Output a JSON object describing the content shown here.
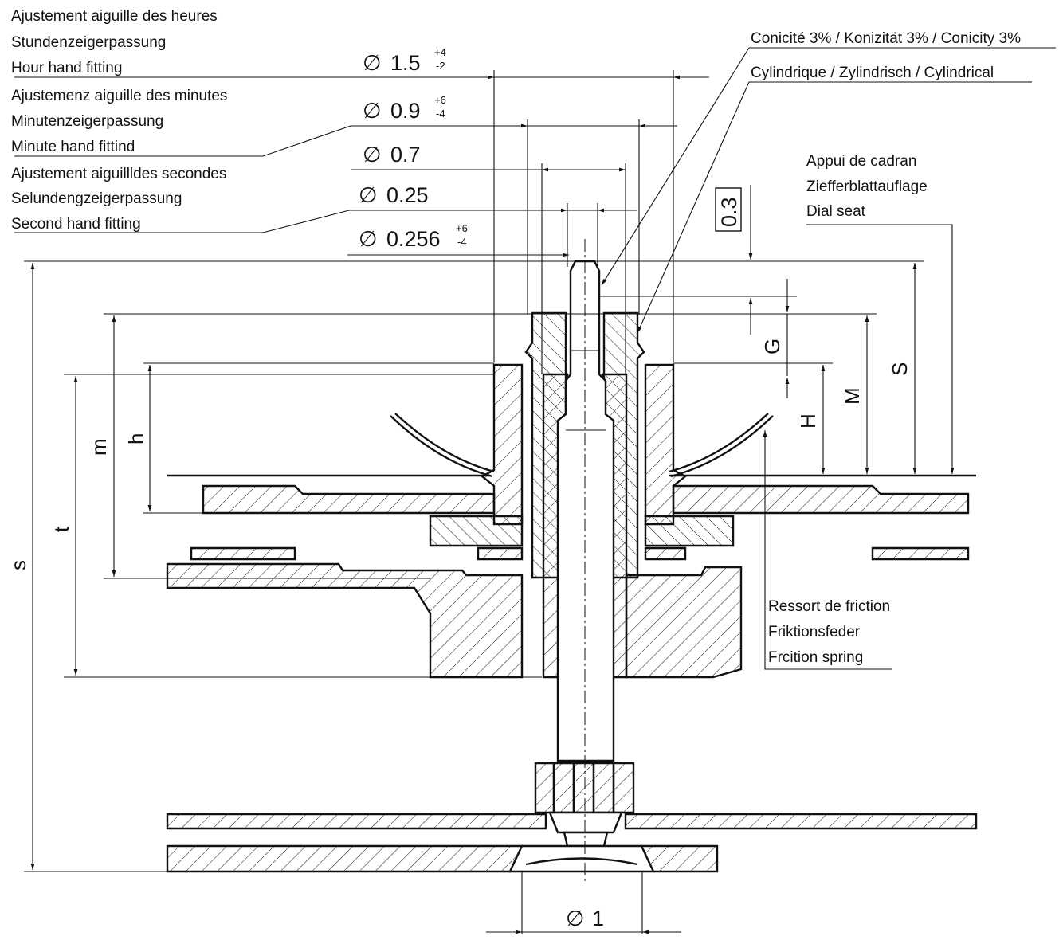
{
  "notes": {
    "hour_hand": [
      "Ajustement aiguille des heures",
      "Stundenzeigerpassung",
      "Hour hand fitting"
    ],
    "minute_hand": [
      "Ajustemenz aiguille des minutes",
      "Minutenzeigerpassung",
      "Minute hand fittind"
    ],
    "second_hand": [
      "Ajustement aiguillldes secondes",
      "Selundengzeigerpassung",
      "Second hand fitting"
    ],
    "conicity": "Conicité 3% / Konizität 3% / Conicity 3%",
    "cylindrical": "Cylindrique / Zylindrisch / Cylindrical",
    "dial_seat": [
      "Appui de cadran",
      "Ziefferblattauflage",
      "Dial seat"
    ],
    "friction_spring": [
      "Ressort de friction",
      "Friktionsfeder",
      "Frcition spring"
    ]
  },
  "dimensions": {
    "hour_dia": {
      "value": "1.5",
      "tol_upper": "+4",
      "tol_lower": "-2"
    },
    "minute_dia": {
      "value": "0.9",
      "tol_upper": "+6",
      "tol_lower": "-4"
    },
    "d07": {
      "value": "0.7"
    },
    "d025": {
      "value": "0.25"
    },
    "d0256": {
      "value": "0.256",
      "tol_upper": "+6",
      "tol_lower": "-4"
    },
    "bottom_dia": {
      "value": "1"
    },
    "box": "0.3"
  },
  "letters": {
    "G": "G",
    "H": "H",
    "M": "M",
    "S_big": "S",
    "m": "m",
    "h": "h",
    "t": "t",
    "s": "s"
  },
  "symbols": {
    "diameter": "∅"
  }
}
